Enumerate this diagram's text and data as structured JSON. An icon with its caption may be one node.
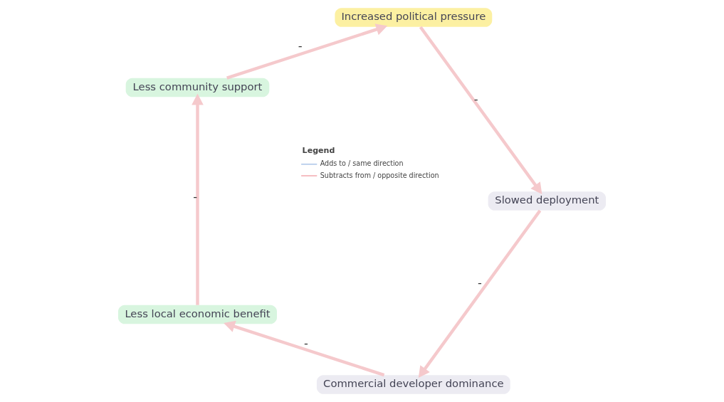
{
  "diagram": {
    "nodes": [
      {
        "text": [
          "Commercial developer dominance"
        ]
      },
      {
        "text": [
          "Less local economic benefit"
        ]
      },
      {
        "text": [
          "Less community support"
        ]
      },
      {
        "text": [
          "Increased political pressure"
        ]
      },
      {
        "text": [
          "Slowed deployment"
        ]
      }
    ],
    "edges": [
      {
        "from": 0,
        "to": 1,
        "arrow": "to",
        "label": "-"
      },
      {
        "from": 1,
        "to": 2,
        "arrow": "to",
        "label": "-"
      },
      {
        "from": 2,
        "to": 3,
        "arrow": "to",
        "label": "-"
      },
      {
        "from": 3,
        "to": 4,
        "arrow": "to",
        "label": "-"
      },
      {
        "from": 4,
        "to": 0,
        "arrow": "to",
        "label": "-"
      }
    ],
    "labels": [
      "Legend"
    ],
    "legend": [
      {
        "text": "Adds to / same direction"
      },
      {
        "text": "Subtracts from / opposite direction"
      }
    ]
  }
}
